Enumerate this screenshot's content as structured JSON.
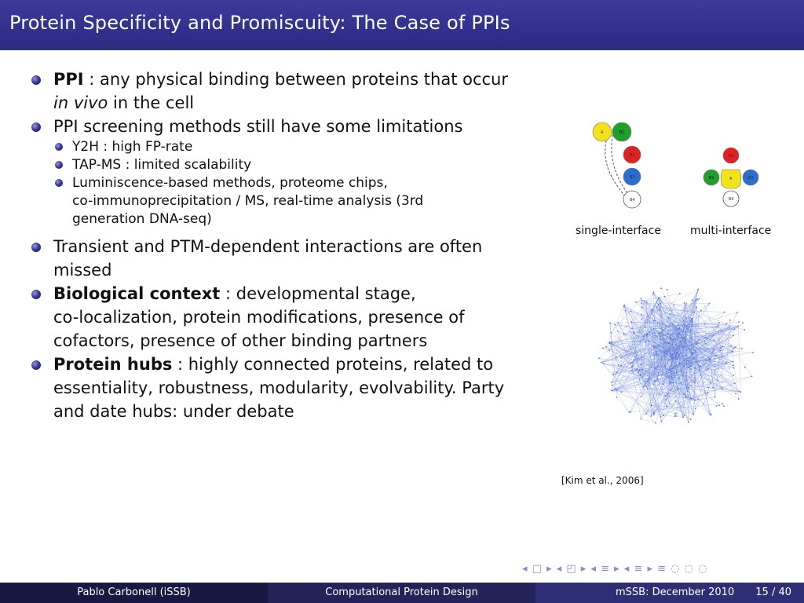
{
  "slide": {
    "title": "Protein Specificity and Promiscuity: The Case of PPIs"
  },
  "bullets": {
    "b1": {
      "bold": "PPI",
      "rest1": " : any physical binding between proteins that occur",
      "italic": "in vivo",
      "rest2": " in the cell"
    },
    "b2": {
      "text": "PPI screening methods still have some limitations"
    },
    "sub": [
      "Y2H : high FP-rate",
      "TAP-MS : limited scalability",
      "Luminiscence-based methods, proteome chips,",
      "co-immunoprecipitation / MS, real-time analysis (3rd",
      "generation DNA-seq)"
    ],
    "b3": {
      "line1": "Transient and PTM-dependent interactions are often",
      "line2": "missed"
    },
    "b4": {
      "bold": "Biological context",
      "rest": " : developmental stage,",
      "line2": "co-localization, protein modifications, presence of",
      "line3": "cofactors, presence of other binding partners"
    },
    "b5": {
      "bold": "Protein hubs",
      "rest": " : highly connected proteins, related to",
      "line2": "essentiality, robustness, modularity, evolvability. Party",
      "line3": "and date hubs: under debate"
    }
  },
  "figure": {
    "single_caption": "single-interface",
    "multi_caption": "multi-interface",
    "citation": "[Kim et al., 2006]",
    "node_labels": {
      "a": "A",
      "b1": "B1",
      "b2": "B2",
      "b3": "B3",
      "b4": "B4"
    },
    "colors": {
      "yellow": "#f2e21a",
      "green": "#1ea02a",
      "red": "#e22020",
      "blue": "#2a6fd0",
      "white": "#ffffff",
      "network": "#5a78d8"
    }
  },
  "nav": {
    "symbols": "◂ □ ▸ ◂ ◰ ▸ ◂ ≡ ▸ ◂ ≡ ▸   ≡   ◌ ◌ ◌"
  },
  "footer": {
    "author": "Pablo Carbonell  (iSSB)",
    "talk": "Computational Protein Design",
    "venue": "mSSB: December 2010",
    "page": "15 / 40"
  }
}
